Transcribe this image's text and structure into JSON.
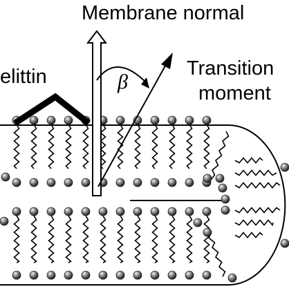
{
  "labels": {
    "membrane_normal": "Membrane normal",
    "melittin": "elittin",
    "transition_line1": "Transition",
    "transition_line2": "moment",
    "angle": "β"
  },
  "colors": {
    "ink": "#000000",
    "background": "#ffffff",
    "lipid_head": "#5a5a5a"
  }
}
